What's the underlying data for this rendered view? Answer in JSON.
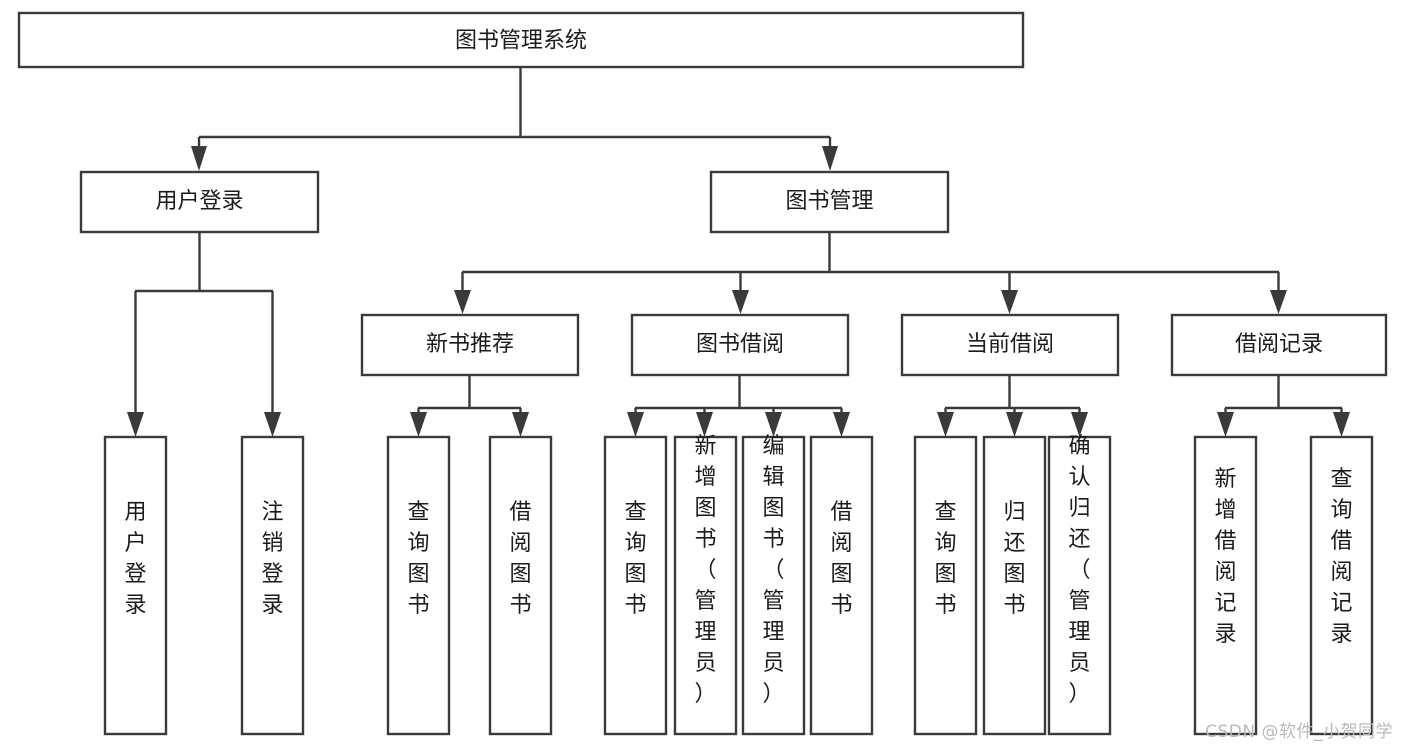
{
  "diagram": {
    "title": "图书管理系统",
    "type": "tree-hierarchy",
    "root": {
      "label": "图书管理系统"
    },
    "level2": [
      {
        "id": "user-login",
        "label": "用户登录"
      },
      {
        "id": "book-management",
        "label": "图书管理"
      }
    ],
    "level3": [
      {
        "id": "new-book-recommend",
        "label": "新书推荐",
        "parent": "book-management"
      },
      {
        "id": "book-borrow",
        "label": "图书借阅",
        "parent": "book-management"
      },
      {
        "id": "current-borrow",
        "label": "当前借阅",
        "parent": "book-management"
      },
      {
        "id": "borrow-record",
        "label": "借阅记录",
        "parent": "book-management"
      }
    ],
    "leaves": {
      "user-login": [
        {
          "id": "leaf-user-login",
          "label": "用户登录"
        },
        {
          "id": "leaf-logout-login",
          "label": "注销登录"
        }
      ],
      "new-book-recommend": [
        {
          "id": "leaf-query-book-1",
          "label": "查询图书"
        },
        {
          "id": "leaf-borrow-book-1",
          "label": "借阅图书"
        }
      ],
      "book-borrow": [
        {
          "id": "leaf-query-book-2",
          "label": "查询图书"
        },
        {
          "id": "leaf-add-book",
          "label": "新增图书（管理员）"
        },
        {
          "id": "leaf-edit-book",
          "label": "编辑图书（管理员）"
        },
        {
          "id": "leaf-borrow-book-2",
          "label": "借阅图书"
        }
      ],
      "current-borrow": [
        {
          "id": "leaf-query-book-3",
          "label": "查询图书"
        },
        {
          "id": "leaf-return-book",
          "label": "归还图书"
        },
        {
          "id": "leaf-confirm-return",
          "label": "确认归还（管理员）"
        }
      ],
      "borrow-record": [
        {
          "id": "leaf-add-record",
          "label": "新增借阅记录"
        },
        {
          "id": "leaf-query-record",
          "label": "查询借阅记录"
        }
      ]
    },
    "colors": {
      "stroke": "#3a3a3a",
      "fill": "#ffffff",
      "text": "#1b1b1b",
      "watermark": "#b9b9b9"
    }
  },
  "watermark": {
    "text": "CSDN @软件_小贺同学"
  }
}
